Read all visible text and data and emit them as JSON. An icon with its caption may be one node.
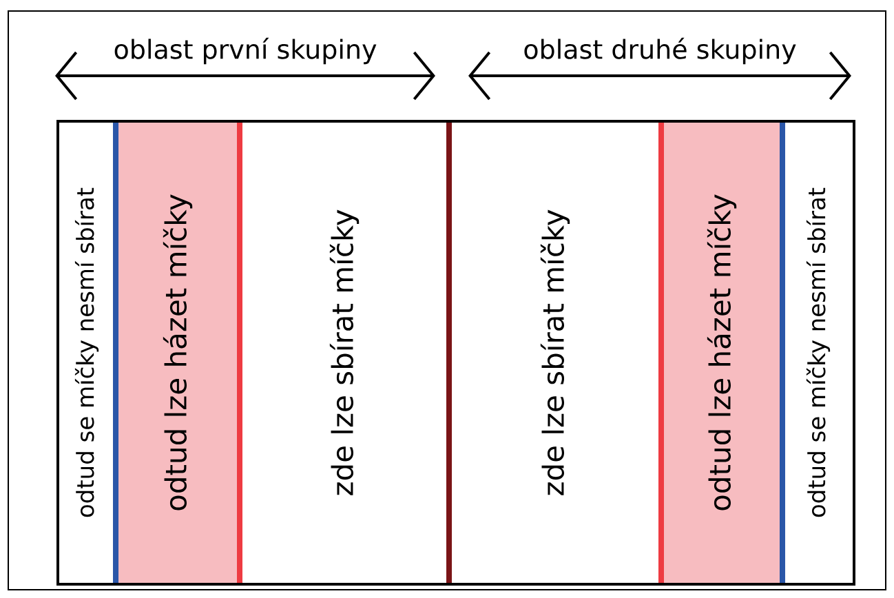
{
  "diagram": {
    "nodes": [
      {
        "text": [
          "odtud se míčky nesmí sbírat"
        ]
      },
      {
        "text": [
          "odtud lze házet míčky"
        ]
      },
      {
        "text": [
          "zde lze sbírat míčky"
        ]
      },
      {
        "text": [
          "zde lze sbírat míčky"
        ]
      },
      {
        "text": [
          "odtud lze házet míčky"
        ]
      },
      {
        "text": [
          "odtud se míčky nesmí sbírat"
        ]
      }
    ],
    "labels": [
      "oblast první skupiny",
      "oblast druhé skupiny"
    ]
  }
}
